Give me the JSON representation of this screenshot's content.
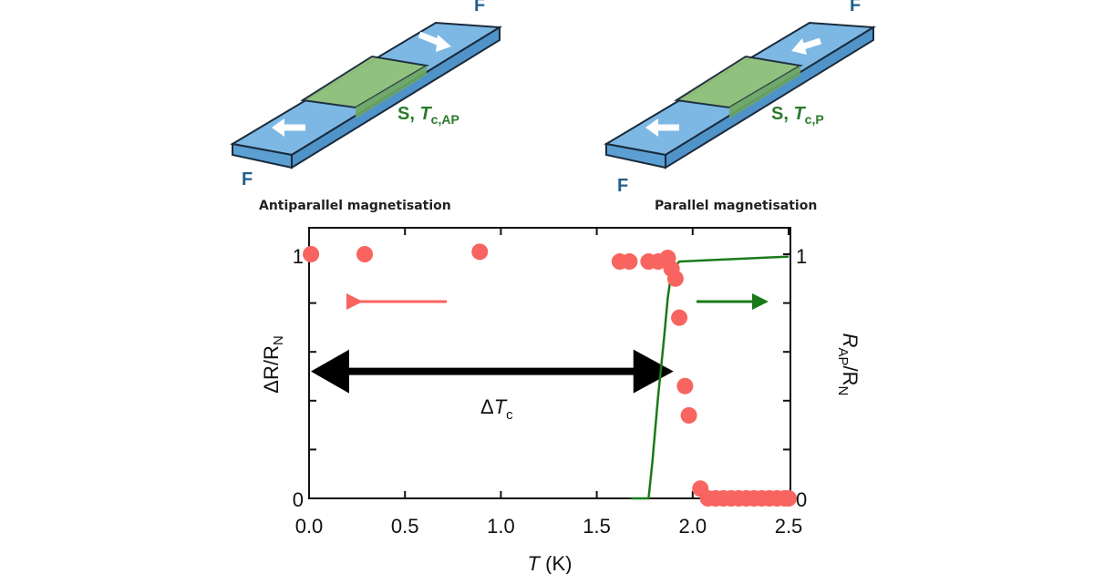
{
  "illustrations": [
    {
      "caption": "Antiparallel magnetisation",
      "f_label_top": "F",
      "f_label_bottom": "F",
      "s_label": "S, ",
      "s_T": "T",
      "s_sub": "c,AP",
      "left_arrow": "left",
      "right_arrow": "right"
    },
    {
      "caption": "Parallel magnetisation",
      "f_label_top": "F",
      "f_label_bottom": "F",
      "s_label": "S, ",
      "s_T": "T",
      "s_sub": "c,P",
      "left_arrow": "left",
      "right_arrow": "left"
    }
  ],
  "colors": {
    "points": "#f8645f",
    "curve": "#1a7a1a",
    "ferro": "#6fb0e0",
    "super": "#8fbf6f",
    "arrow": "#000000"
  },
  "chart_data": {
    "type": "scatter",
    "xlabel_T": "T",
    "xlabel_unit": " (K)",
    "ylabel_left": "ΔR/R",
    "ylabel_left_sub": "N",
    "ylabel_right": "R",
    "ylabel_right_sub1": "AP",
    "ylabel_right_mid": "/R",
    "ylabel_right_sub2": "N",
    "xlim": [
      0,
      2.5
    ],
    "ylim": [
      0,
      1
    ],
    "xticks": [
      "0.0",
      "0.5",
      "1.0",
      "1.5",
      "2.0",
      "2.5"
    ],
    "yticks_left": [
      "0",
      "1"
    ],
    "yticks_right": [
      "0",
      "1"
    ],
    "annotation": {
      "delta": "Δ",
      "T": "T",
      "sub": "c",
      "from": 0.0,
      "to": 1.9,
      "y": 0.52
    },
    "series": [
      {
        "name": "ΔR/R_N",
        "axis": "left",
        "x": [
          0.01,
          0.29,
          0.89,
          1.62,
          1.67,
          1.77,
          1.82,
          1.87,
          1.89,
          1.91,
          1.93,
          1.96,
          1.98,
          2.04,
          2.08,
          2.12,
          2.16,
          2.2,
          2.24,
          2.28,
          2.32,
          2.36,
          2.4,
          2.44,
          2.48,
          2.5
        ],
        "y": [
          1.0,
          1.0,
          1.01,
          0.97,
          0.97,
          0.97,
          0.97,
          0.985,
          0.94,
          0.9,
          0.74,
          0.46,
          0.34,
          0.04,
          0.0,
          0.0,
          0.0,
          0.0,
          0.0,
          0.0,
          0.0,
          0.0,
          0.0,
          0.0,
          0.0,
          0.0
        ]
      },
      {
        "name": "R_AP/R_N",
        "axis": "right",
        "x": [
          1.68,
          1.77,
          1.79,
          1.82,
          1.85,
          1.87,
          1.89,
          1.93,
          2.5
        ],
        "y": [
          0.0,
          0.0,
          0.15,
          0.42,
          0.65,
          0.82,
          0.93,
          0.97,
          0.99
        ]
      }
    ]
  }
}
